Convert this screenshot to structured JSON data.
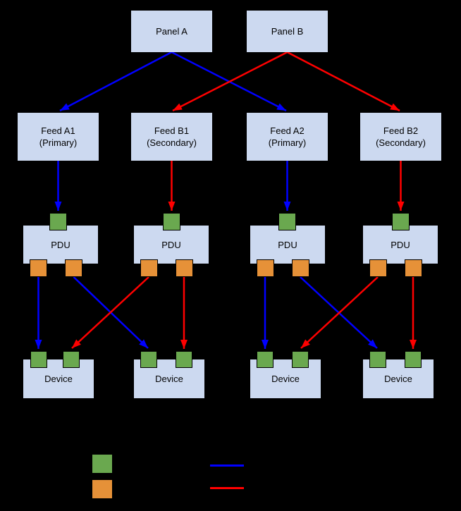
{
  "colors": {
    "background": "#000000",
    "box_fill": "#ccd9f0",
    "box_text": "#000000",
    "green_port": "#6aa84f",
    "orange_port": "#e69138",
    "primary_path": "#0000ff",
    "secondary_path": "#ff0000"
  },
  "nodes": {
    "panel_a": {
      "label": "Panel A"
    },
    "panel_b": {
      "label": "Panel B"
    },
    "feed_a1": {
      "line1": "Feed A1",
      "line2": "(Primary)"
    },
    "feed_b1": {
      "line1": "Feed B1",
      "line2": "(Secondary)"
    },
    "feed_a2": {
      "line1": "Feed A2",
      "line2": "(Primary)"
    },
    "feed_b2": {
      "line1": "Feed B2",
      "line2": "(Secondary)"
    },
    "pdu_1": {
      "label": "PDU"
    },
    "pdu_2": {
      "label": "PDU"
    },
    "pdu_3": {
      "label": "PDU"
    },
    "pdu_4": {
      "label": "PDU"
    },
    "device_1": {
      "label": "Device"
    },
    "device_2": {
      "label": "Device"
    },
    "device_3": {
      "label": "Device"
    },
    "device_4": {
      "label": "Device"
    }
  },
  "legend": {
    "items": [
      {
        "name": "green-port-swatch",
        "color": "#6aa84f"
      },
      {
        "name": "orange-port-swatch",
        "color": "#e69138"
      },
      {
        "name": "primary-path-line",
        "color": "#0000ff"
      },
      {
        "name": "secondary-path-line",
        "color": "#ff0000"
      }
    ]
  }
}
